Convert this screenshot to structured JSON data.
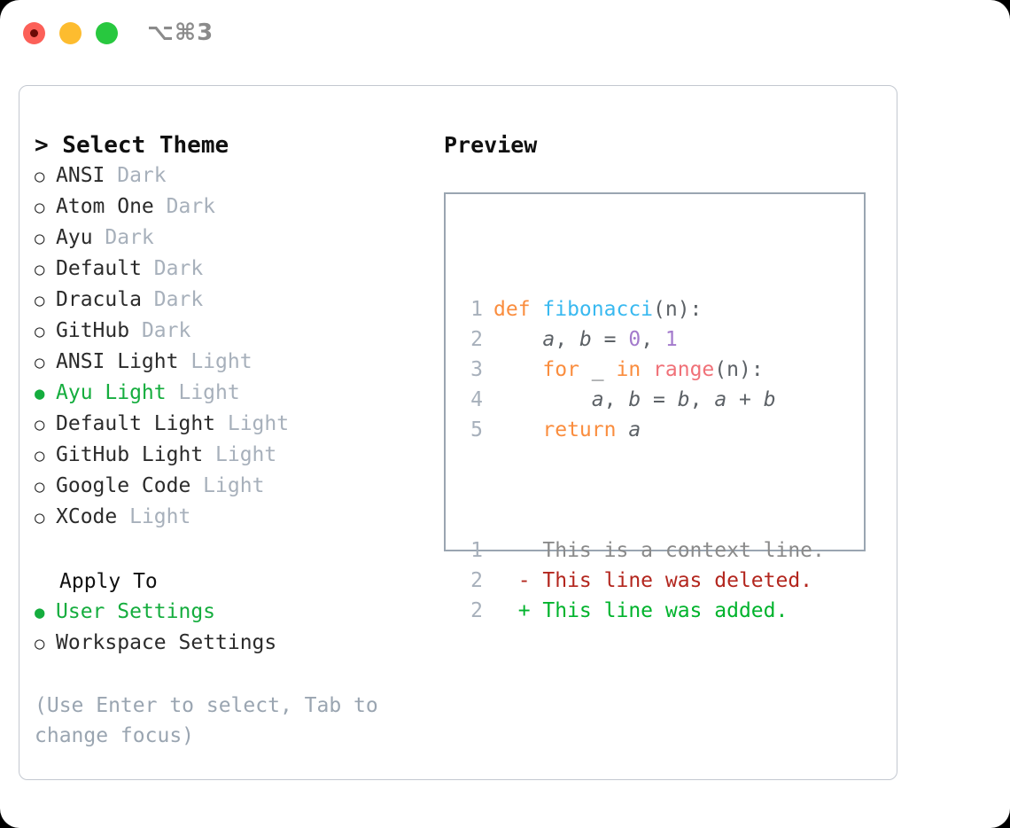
{
  "window": {
    "shortcut": "⌥⌘3",
    "traffic_lights": [
      "close-red",
      "minimize-yellow",
      "maximize-green"
    ]
  },
  "theme_picker": {
    "title": "> Select Theme",
    "caret": ">",
    "title_text": "Select Theme",
    "markers": {
      "selected": "●",
      "unselected": "○"
    },
    "items": [
      {
        "marker": "○",
        "label": "ANSI",
        "kind": "Dark",
        "selected": false
      },
      {
        "marker": "○",
        "label": "Atom One",
        "kind": "Dark",
        "selected": false
      },
      {
        "marker": "○",
        "label": "Ayu",
        "kind": "Dark",
        "selected": false
      },
      {
        "marker": "○",
        "label": "Default",
        "kind": "Dark",
        "selected": false
      },
      {
        "marker": "○",
        "label": "Dracula",
        "kind": "Dark",
        "selected": false
      },
      {
        "marker": "○",
        "label": "GitHub",
        "kind": "Dark",
        "selected": false
      },
      {
        "marker": "○",
        "label": "ANSI Light",
        "kind": "Light",
        "selected": false
      },
      {
        "marker": "●",
        "label": "Ayu Light",
        "kind": "Light",
        "selected": true
      },
      {
        "marker": "○",
        "label": "Default Light",
        "kind": "Light",
        "selected": false
      },
      {
        "marker": "○",
        "label": "GitHub Light",
        "kind": "Light",
        "selected": false
      },
      {
        "marker": "○",
        "label": "Google Code",
        "kind": "Light",
        "selected": false
      },
      {
        "marker": "○",
        "label": "XCode",
        "kind": "Light",
        "selected": false
      }
    ]
  },
  "apply_to": {
    "title": "Apply To",
    "items": [
      {
        "marker": "●",
        "label": "User Settings",
        "selected": true
      },
      {
        "marker": "○",
        "label": "Workspace Settings",
        "selected": false
      }
    ]
  },
  "hint": "(Use Enter to select, Tab to change focus)",
  "preview": {
    "title": "Preview",
    "code_lines": [
      {
        "n": "1",
        "tokens": [
          {
            "t": "def ",
            "c": "kw"
          },
          {
            "t": "fibonacci",
            "c": "fn"
          },
          {
            "t": "(n):",
            "c": "pun"
          }
        ]
      },
      {
        "n": "2",
        "tokens": [
          {
            "t": "    ",
            "c": "pun"
          },
          {
            "t": "a",
            "c": "var"
          },
          {
            "t": ", ",
            "c": "pun"
          },
          {
            "t": "b",
            "c": "var"
          },
          {
            "t": " = ",
            "c": "pun"
          },
          {
            "t": "0",
            "c": "num"
          },
          {
            "t": ", ",
            "c": "pun"
          },
          {
            "t": "1",
            "c": "num"
          }
        ]
      },
      {
        "n": "3",
        "tokens": [
          {
            "t": "    ",
            "c": "pun"
          },
          {
            "t": "for",
            "c": "kw"
          },
          {
            "t": " _ ",
            "c": "pun"
          },
          {
            "t": "in",
            "c": "kw"
          },
          {
            "t": " ",
            "c": "pun"
          },
          {
            "t": "range",
            "c": "call"
          },
          {
            "t": "(n):",
            "c": "pun"
          }
        ]
      },
      {
        "n": "4",
        "tokens": [
          {
            "t": "        ",
            "c": "pun"
          },
          {
            "t": "a",
            "c": "var"
          },
          {
            "t": ", ",
            "c": "pun"
          },
          {
            "t": "b",
            "c": "var"
          },
          {
            "t": " = ",
            "c": "pun"
          },
          {
            "t": "b",
            "c": "var"
          },
          {
            "t": ", ",
            "c": "pun"
          },
          {
            "t": "a",
            "c": "var"
          },
          {
            "t": " + ",
            "c": "pun"
          },
          {
            "t": "b",
            "c": "var"
          }
        ]
      },
      {
        "n": "5",
        "tokens": [
          {
            "t": "    ",
            "c": "pun"
          },
          {
            "t": "return",
            "c": "kw"
          },
          {
            "t": " ",
            "c": "pun"
          },
          {
            "t": "a",
            "c": "var"
          }
        ]
      }
    ],
    "diff_lines": [
      {
        "n": "1",
        "sign": " ",
        "text": "This is a context line.",
        "kind": "context"
      },
      {
        "n": "2",
        "sign": "-",
        "text": "This line was deleted.",
        "kind": "deleted"
      },
      {
        "n": "2",
        "sign": "+",
        "text": "This line was added.",
        "kind": "added"
      }
    ]
  },
  "colors": {
    "accent_green": "#15ad3e",
    "muted": "#a7b0bb",
    "hint": "#9aa5b1",
    "border": "#c3c8d0",
    "preview_border": "#9aa5b1",
    "kw_orange": "#fa8d3e",
    "fn_blue": "#39b9f0",
    "num_purple": "#a37acc",
    "call_red": "#f07178",
    "diff_added": "#00b32c",
    "diff_deleted": "#b3261e",
    "diff_context": "#8a8a8a"
  }
}
